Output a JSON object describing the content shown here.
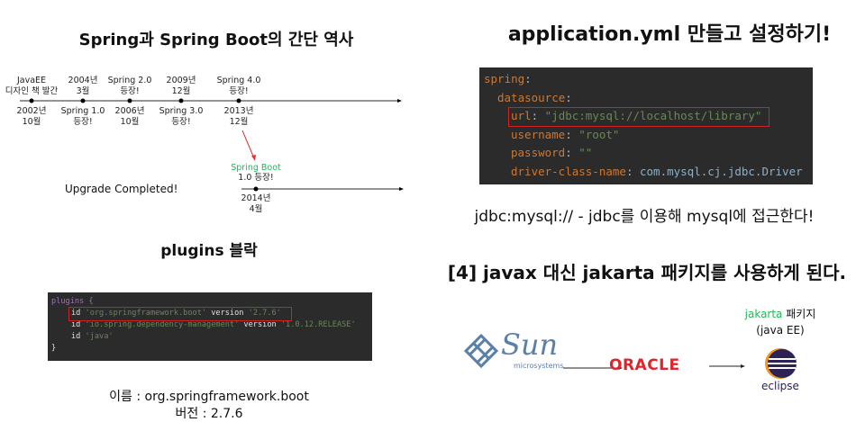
{
  "history": {
    "title": "Spring과 Spring Boot의 간단 역사",
    "events_above": [
      [
        "JavaEE",
        "디자인 책 발간"
      ],
      [
        "2004년",
        "3월"
      ],
      [
        "Spring 2.0",
        "등장!"
      ],
      [
        "2009년",
        "12월"
      ],
      [
        "Spring 4.0",
        "등장!"
      ]
    ],
    "events_below": [
      [
        "2002년",
        "10월"
      ],
      [
        "Spring 1.0",
        "등장!"
      ],
      [
        "2006년",
        "10월"
      ],
      [
        "Spring 3.0",
        "등장!"
      ],
      [
        "2013년",
        "12월"
      ]
    ],
    "boot_name": "Spring Boot",
    "boot_release": "1.0 등장!",
    "boot_date": [
      "2014년",
      "4월"
    ],
    "upgrade": "Upgrade Completed!",
    "accent_green": "#1db954",
    "arrow_red": "#e03030"
  },
  "plugins": {
    "title": "plugins 블락",
    "lines": [
      {
        "a": "plugins {"
      },
      {
        "id": "id ",
        "s1": "'org.springframework.boot'",
        "v": " version ",
        "s2": "'2.7.6'"
      },
      {
        "id": "id ",
        "s1": "'io.spring.dependency-management'",
        "v": " version ",
        "s2": "'1.0.12.RELEASE'"
      },
      {
        "id": "id ",
        "s1": "'java'"
      },
      {
        "a": "}"
      }
    ],
    "name_note": "이름 : org.springframework.boot",
    "version_note": "버전 : 2.7.6"
  },
  "yaml": {
    "title": "application.yml 만들고 설정하기!",
    "lines": [
      {
        "k": "spring",
        "v": ""
      },
      {
        "k": "datasource",
        "v": ""
      },
      {
        "k": "url",
        "v": "\"jdbc:mysql://localhost/library\""
      },
      {
        "k": "username",
        "v": "\"root\""
      },
      {
        "k": "password",
        "v": "\"\""
      },
      {
        "k": "driver-class-name",
        "v": "com.mysql.cj.jdbc.Driver"
      }
    ],
    "note": "jdbc:mysql:// - jdbc를 이용해 mysql에 접근한다!"
  },
  "jakarta": {
    "title": "[4] javax 대신 jakarta 패키지를 사용하게 된다.",
    "sun": "Sun",
    "sun_sub": "microsystems",
    "oracle": "ORACLE",
    "eclipse": "eclipse",
    "pkg_green": "jakarta",
    "pkg_rest": " 패키지",
    "pkg_sub": "(java EE)"
  }
}
